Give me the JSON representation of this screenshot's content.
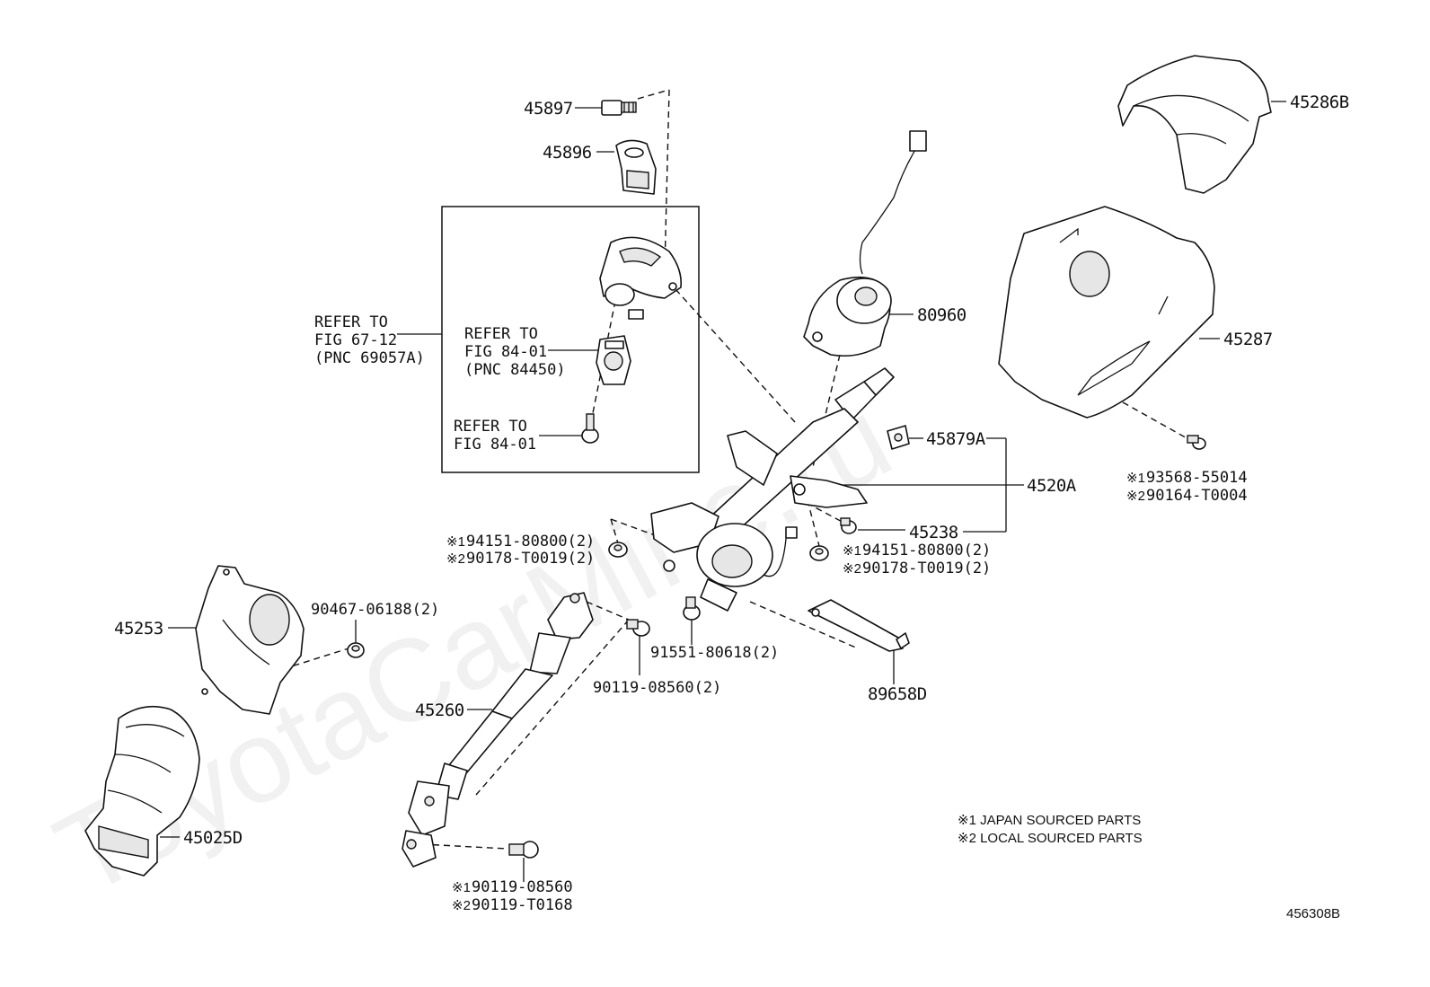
{
  "watermark": "ToyotaCarMine.ru",
  "parts": {
    "p45897": "45897",
    "p45896": "45896",
    "p45286b": "45286B",
    "p80960": "80960",
    "p45287": "45287",
    "p45879a": "45879A",
    "p4520a": "4520A",
    "p45238": "45238",
    "p45253": "45253",
    "p45260": "45260",
    "p45025d": "45025D",
    "p89658d": "89658D",
    "p90467": "90467-06188(2)",
    "p91551": "91551-80618(2)",
    "p90119a": "90119-08560(2)"
  },
  "refs": {
    "ref1": {
      "l1": "REFER TO",
      "l2": "FIG 67-12",
      "l3": "(PNC 69057A)"
    },
    "ref2": {
      "l1": "REFER TO",
      "l2": "FIG 84-01",
      "l3": "(PNC 84450)"
    },
    "ref3": {
      "l1": "REFER TO",
      "l2": "FIG 84-01"
    }
  },
  "dual": {
    "d93568": {
      "m1": "※1",
      "n1": "93568-55014",
      "m2": "※2",
      "n2": "90164-T0004"
    },
    "d94151_left": {
      "m1": "※1",
      "n1": "94151-80800(2)",
      "m2": "※2",
      "n2": "90178-T0019(2)"
    },
    "d94151_right": {
      "m1": "※1",
      "n1": "94151-80800(2)",
      "m2": "※2",
      "n2": "90178-T0019(2)"
    },
    "d90119b": {
      "m1": "※1",
      "n1": "90119-08560",
      "m2": "※2",
      "n2": "90119-T0168"
    }
  },
  "legend": {
    "l1": "※1 JAPAN SOURCED PARTS",
    "l2": "※2 LOCAL SOURCED PARTS"
  },
  "figure_id": "456308B"
}
